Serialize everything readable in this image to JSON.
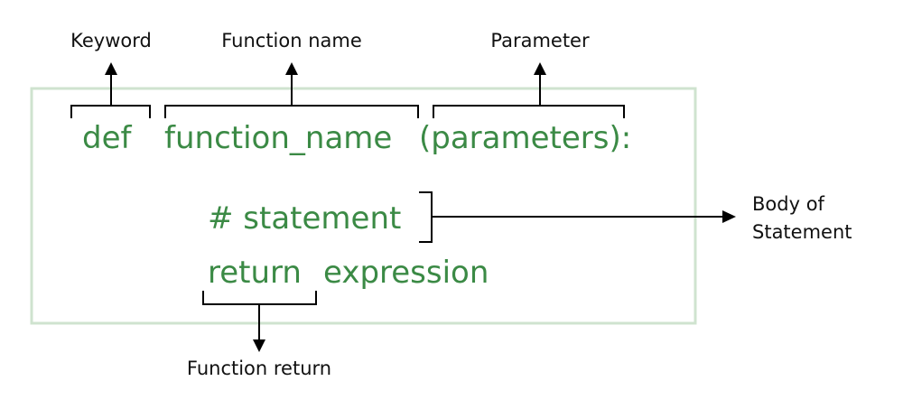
{
  "colors": {
    "code_text": "#3b8a45",
    "frame": "#cfe3cf",
    "annotation": "#000000"
  },
  "code": {
    "keyword": "def",
    "function_name": "function_name",
    "parameters": "(parameters):",
    "statement": "# statement",
    "return_keyword": "return",
    "return_expression": "expression"
  },
  "labels": {
    "keyword": "Keyword",
    "function_name": "Function name",
    "parameter": "Parameter",
    "body_line1": "Body of",
    "body_line2": "Statement",
    "function_return": "Function return"
  }
}
